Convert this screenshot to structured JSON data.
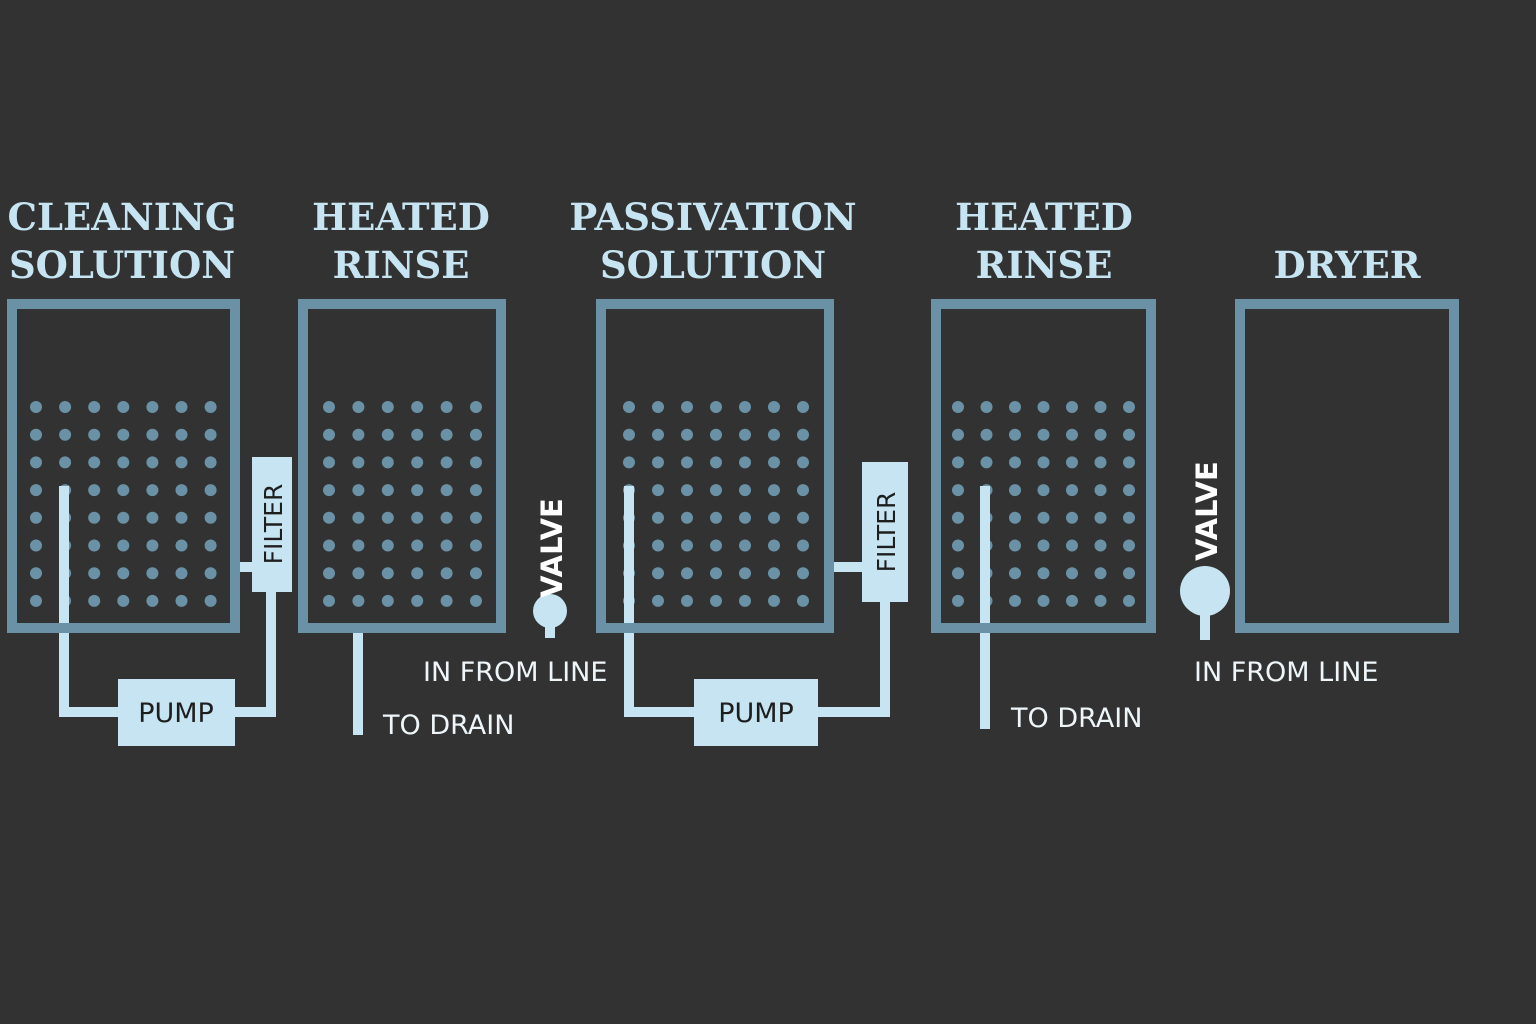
{
  "stages": [
    {
      "title_line1": "CLEANING",
      "title_line2": "SOLUTION"
    },
    {
      "title_line1": "HEATED",
      "title_line2": "RINSE"
    },
    {
      "title_line1": "PASSIVATION",
      "title_line2": "SOLUTION"
    },
    {
      "title_line1": "HEATED",
      "title_line2": "RINSE"
    },
    {
      "title_line1": "",
      "title_line2": "DRYER"
    }
  ],
  "components": {
    "pump_label": "PUMP",
    "filter_label": "FILTER",
    "valve_label": "VALVE",
    "in_from_line": "IN FROM LINE",
    "to_drain": "TO DRAIN"
  },
  "colors": {
    "background": "#323232",
    "tank_outline": "#6a91a6",
    "pipe": "#c6e4f2",
    "title_text": "#c6e4f2"
  }
}
